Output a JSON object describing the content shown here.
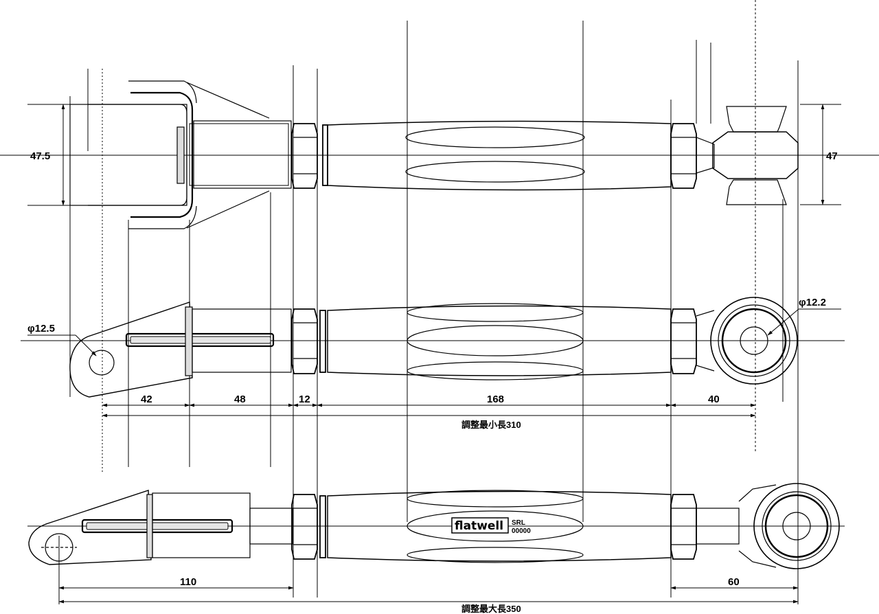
{
  "drawing": {
    "dimensions": {
      "height_left": "47.5",
      "height_right": "47",
      "hole_left": "φ12.5",
      "hole_right": "φ12.2",
      "seg_1": "42",
      "seg_2": "48",
      "seg_3": "12",
      "seg_4": "168",
      "seg_5": "40",
      "min_length": "調整最小長310",
      "left_extended": "110",
      "right_extended": "60",
      "max_length": "調整最大長350"
    },
    "brand": {
      "logo": "flatwell",
      "code_line1": "SRL",
      "code_line2": "00000"
    }
  }
}
